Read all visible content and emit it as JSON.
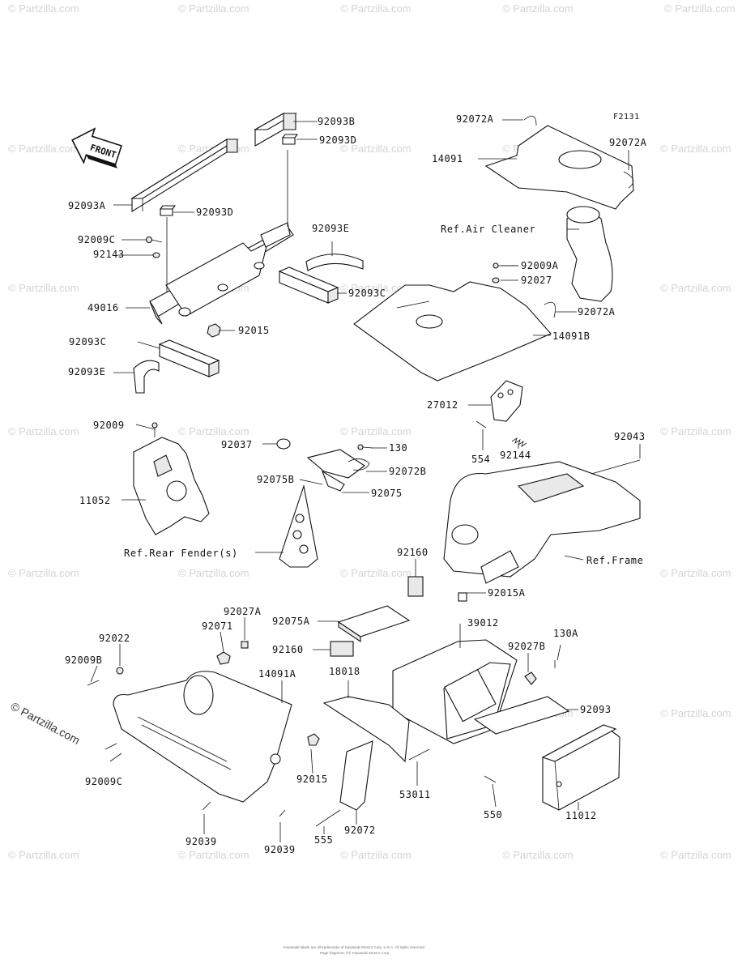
{
  "figure_code": "F2131",
  "front_label": "FRONT",
  "watermark_text": "© Partzilla.com",
  "copyright": "© Partzilla.com",
  "footer_line1": "Kawasaki labels are all trademarks of Kawasaki Motors Corp. U.S.A. All rights reserved.",
  "footer_line2": "Page fragment: ©© Kawasaki Motors Corp.",
  "callouts": {
    "c92093B": "92093B",
    "c92093D_top": "92093D",
    "c92093A": "92093A",
    "c92093D_mid": "92093D",
    "c92009C_top": "92009C",
    "c92143": "92143",
    "c92093E_top": "92093E",
    "c92093C_right": "92093C",
    "c49016": "49016",
    "c92015_top": "92015",
    "c92093C_left": "92093C",
    "c92093E_left": "92093E",
    "c92072A_top": "92072A",
    "c14091": "14091",
    "c92072A_right": "92072A",
    "c92009A": "92009A",
    "c92027": "92027",
    "c92072A_mid": "92072A",
    "c14091B": "14091B",
    "c27012": "27012",
    "c554": "554",
    "c92144": "92144",
    "c92043": "92043",
    "c92009": "92009",
    "c11052": "11052",
    "c92037": "92037",
    "c130": "130",
    "c92072B": "92072B",
    "c92075B": "92075B",
    "c92075": "92075",
    "c92160_top": "92160",
    "c92015A": "92015A",
    "c92027A": "92027A",
    "c92071": "92071",
    "c92022": "92022",
    "c92009B": "92009B",
    "c92075A": "92075A",
    "c92160_mid": "92160",
    "c39012": "39012",
    "c92027B": "92027B",
    "c130A": "130A",
    "c14091A": "14091A",
    "c18018": "18018",
    "c92093": "92093",
    "c92009C_bot": "92009C",
    "c92015_bot": "92015",
    "c53011": "53011",
    "c550": "550",
    "c11012": "11012",
    "c92039_a": "92039",
    "c92039_b": "92039",
    "c555": "555",
    "c92072": "92072"
  },
  "refs": {
    "air_cleaner": "Ref.Air Cleaner",
    "rear_fender": "Ref.Rear Fender(s)",
    "frame": "Ref.Frame"
  }
}
